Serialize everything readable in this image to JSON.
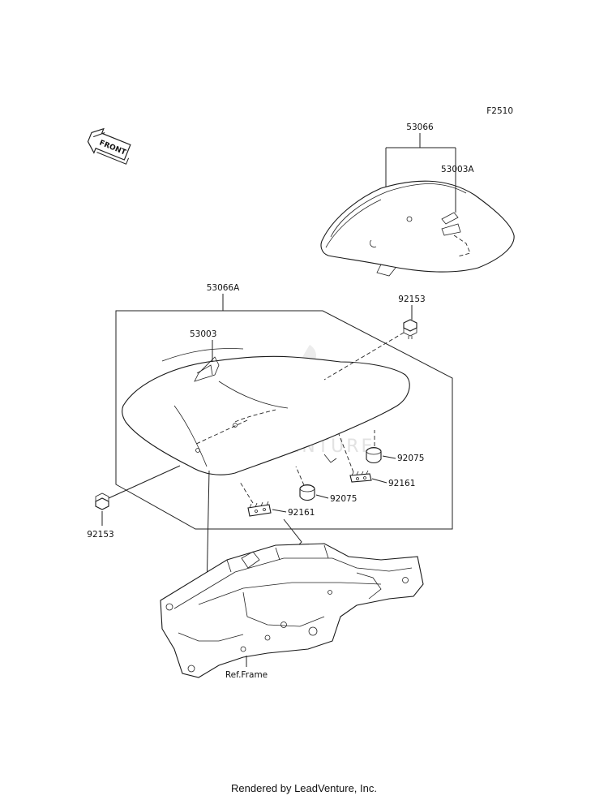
{
  "diagram": {
    "figure_code": "F2510",
    "front_marker": "FRONT",
    "labels": {
      "cowl_assembly": "53066",
      "cowl_pad": "53003A",
      "seat_assembly": "53066A",
      "seat_pad": "53003",
      "bolt_right": "92153",
      "bolt_left": "92153",
      "damper_right": "92075",
      "damper_center": "92075",
      "bush_right": "92161",
      "bush_center": "92161",
      "frame_ref": "Ref.Frame"
    },
    "watermark": "LEADVENTURE",
    "footer": "Rendered by LeadVenture, Inc."
  }
}
